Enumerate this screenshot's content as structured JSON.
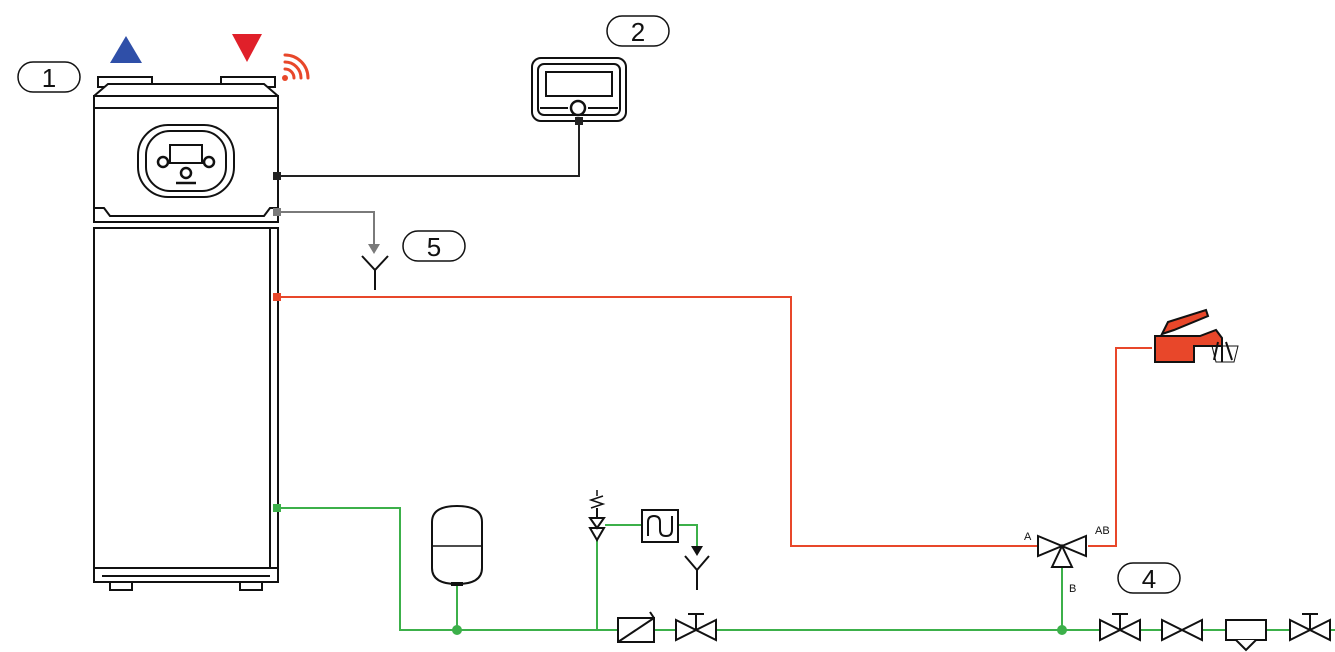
{
  "callouts": {
    "c1": "1",
    "c2": "2",
    "c4": "4",
    "c5": "5"
  },
  "valve_ports": {
    "a": "A",
    "ab": "AB",
    "b": "B"
  },
  "colors": {
    "hot_water": "#e8472a",
    "cold_water": "#3cb04a",
    "control_cable": "#222222",
    "condensate": "#7a7a7a",
    "air_in": "#2f4fa8",
    "air_out": "#e0202a",
    "wifi": "#e8472a"
  },
  "icons": {
    "heat_pump": "heat-pump-water-heater-icon",
    "controller": "room-controller-icon",
    "tap": "hot-water-tap-icon",
    "expansion_vessel": "expansion-vessel-icon"
  }
}
